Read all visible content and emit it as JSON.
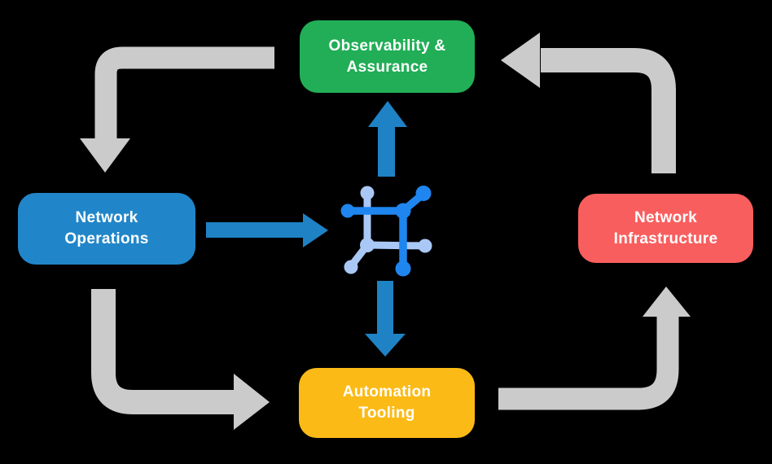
{
  "page": {
    "background": "#000000",
    "text_color": "#FFFFFF"
  },
  "diagram": {
    "nodes": {
      "observability": {
        "label": "Observability & Assurance",
        "color": "#21AE56"
      },
      "operations": {
        "label": "Network Operations",
        "color": "#2186C9"
      },
      "infrastructure": {
        "label": "Network Infrastructure",
        "color": "#F95E5E"
      },
      "automation": {
        "label": "Automation Tooling",
        "color": "#FBBA16"
      }
    },
    "center_icon": {
      "name": "network-mesh-icon",
      "color_dark": "#1F86F0",
      "color_light": "#A9C8F5"
    },
    "arrows": {
      "gray_color": "#CBCBCB",
      "blue_color": "#1F82C5",
      "flows": [
        {
          "from": "observability",
          "to": "operations",
          "style": "gray"
        },
        {
          "from": "operations",
          "to": "automation",
          "style": "gray"
        },
        {
          "from": "automation",
          "to": "infrastructure",
          "style": "gray"
        },
        {
          "from": "infrastructure",
          "to": "observability",
          "style": "gray"
        },
        {
          "from": "operations",
          "to": "center-icon",
          "style": "blue"
        },
        {
          "from": "center-icon",
          "to": "observability",
          "style": "blue"
        },
        {
          "from": "center-icon",
          "to": "automation",
          "style": "blue"
        }
      ]
    }
  }
}
